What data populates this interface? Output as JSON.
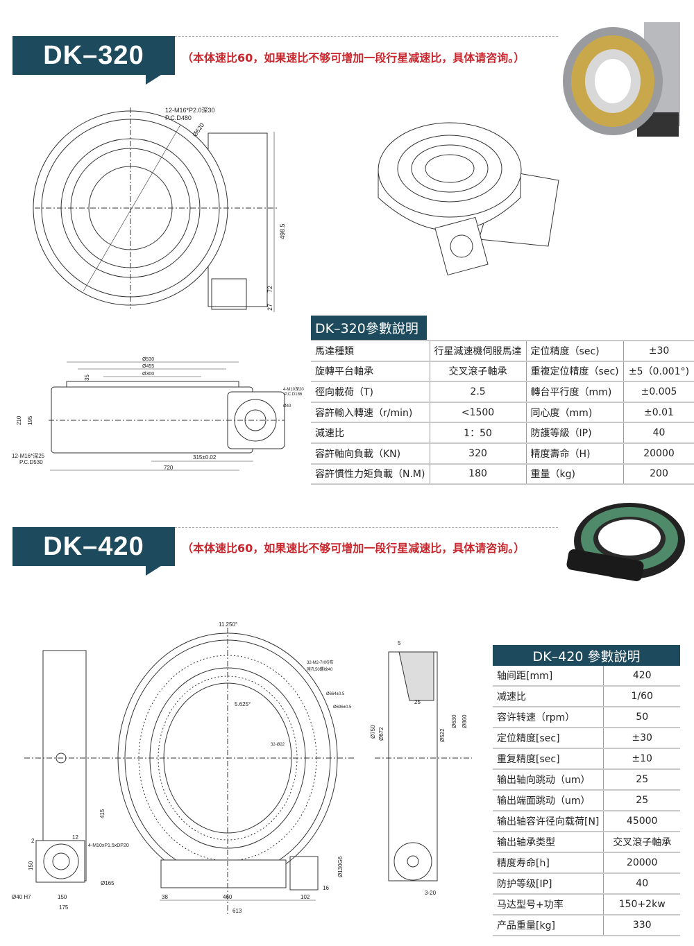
{
  "colors": {
    "brand": "#1d4a5c",
    "note": "#c8262c"
  },
  "dk320": {
    "model": "DK–320",
    "note": "（本体速比60，如果速比不够可增加一段行星减速比，具体请咨询。）",
    "top_labels": {
      "bolt": "12-M16*P2.0深30",
      "pcd": "P.C.D480",
      "dia": "Ø620",
      "h": "498.5",
      "h1": "72",
      "h2": "27"
    },
    "side_labels": {
      "d530": "Ø530",
      "d455": "Ø455",
      "d300": "Ø300",
      "d35": "35",
      "h210": "210",
      "h195": "195",
      "bolt": "12-M16*深25",
      "pcd": "P.C.D530",
      "w315": "315±0.02",
      "w720": "720",
      "mbolt": "4-M10深20",
      "mpcd": "P.C.D186",
      "md": "Ø40"
    },
    "table": {
      "title": "DK–320參數說明",
      "rows": [
        [
          "馬達種類",
          "行星減速機伺服馬達",
          "定位精度（sec)",
          "±30"
        ],
        [
          "旋轉平台軸承",
          "交叉滾子軸承",
          "重複定位精度（sec)",
          "±5（0.001°)"
        ],
        [
          "徑向載荷（T)",
          "2.5",
          "轉台平行度（mm)",
          "±0.005"
        ],
        [
          "容許輸入轉速（r/min)",
          "<1500",
          "同心度（mm)",
          "±0.01"
        ],
        [
          "減速比",
          "1：50",
          "防護等級（IP)",
          "40"
        ],
        [
          "容許軸向負載（KN)",
          "320",
          "精度壽命（H)",
          "20000"
        ],
        [
          "容許慣性力矩負載（N.M)",
          "180",
          "重量（kg)",
          "200"
        ]
      ]
    }
  },
  "dk420": {
    "model": "DK–420",
    "note": "（本体速比60，如果速比不够可增加一段行星减速比，具体请咨询。）",
    "labels": {
      "a1": "11.250°",
      "a2": "5.625°",
      "holes1": "32-M2-7H均布",
      "holes1b": "座孔50螺纹40",
      "d664": "Ø664±0.5",
      "d696": "Ø696±0.5",
      "holes2": "32-Ø22",
      "h415": "415",
      "m": "4-M10xP1.5xDP20",
      "d165": "Ø165",
      "d40": "Ø40 H7",
      "w2": "2",
      "w12": "12",
      "h150": "150",
      "w150": "150",
      "w175": "175",
      "w38": "38",
      "w460": "460",
      "w102": "102",
      "w613": "613",
      "d130": "Ø130G6",
      "w16": "16",
      "s5": "5",
      "s25": "25",
      "d750": "Ø750",
      "d672": "Ø672",
      "d522": "Ø522",
      "d630": "Ø630",
      "d860": "Ø860",
      "k": "3-20"
    },
    "table": {
      "title": "DK–420 參數說明",
      "rows": [
        [
          "轴间距[mm]",
          "420"
        ],
        [
          "减速比",
          "1/60"
        ],
        [
          "容许转速（rpm）",
          "50"
        ],
        [
          "定位精度[sec]",
          "±30"
        ],
        [
          "重复精度[sec]",
          "±10"
        ],
        [
          "输出轴向跳动（um）",
          "25"
        ],
        [
          "输出端面跳动（um）",
          "25"
        ],
        [
          "输出轴容许径向载荷[N]",
          "45000"
        ],
        [
          "输出轴承类型",
          "交叉滾子軸承"
        ],
        [
          "精度寿命[h]",
          "20000"
        ],
        [
          "防护等级[IP]",
          "40"
        ],
        [
          "马达型号+功率",
          "150+2kw"
        ],
        [
          "产品重量[kg]",
          "330"
        ]
      ]
    }
  }
}
